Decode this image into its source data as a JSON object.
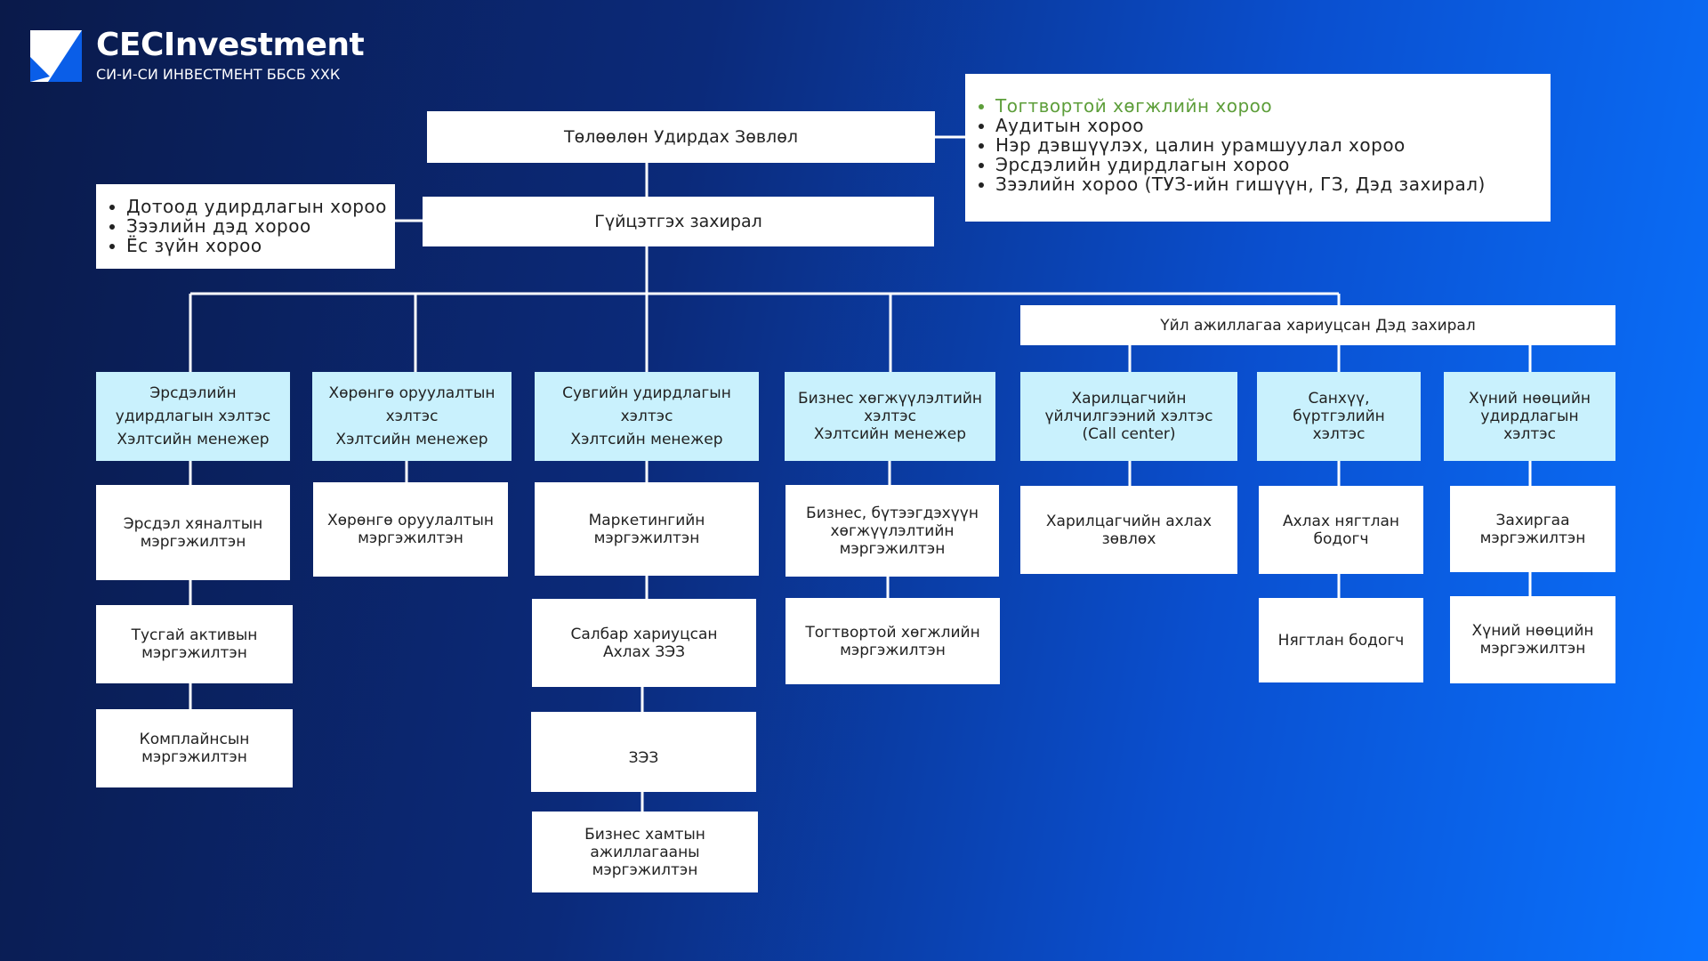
{
  "brand": {
    "title": "CECInvestment",
    "subtitle": "СИ-И-СИ ИНВЕСТМЕНТ ББСБ ХХК"
  },
  "committees_board": [
    "Тогтвортой хөгжлийн хороо",
    "Аудитын хороо",
    "Нэр дэвшүүлэх, цалин урамшуулал хороо",
    "Эрсдэлийн удирдлагын хороо",
    "Зээлийн хороо (ТУЗ-ийн гишүүн, ГЗ, Дэд захирал)"
  ],
  "committees_ceo": [
    "Дотоод удирдлагын хороо",
    "Зээлийн дэд хороо",
    "Ёс зүйн хороо"
  ],
  "colors": {
    "highlight_committee": "#5d9e3a",
    "light_box": "#c9f1fd"
  },
  "board": "Төлөөлөн Удирдах Зөвлөл",
  "ceo": "Гүйцэтгэх захирал",
  "deputy": "Үйл ажиллагаа хариуцсан Дэд захирал",
  "depts": {
    "risk": [
      "Эрсдэлийн",
      "удирдлагын хэлтэс",
      "Хэлтсийн менежер"
    ],
    "invest": [
      "Хөрөнгө оруулалтын",
      "хэлтэс",
      "Хэлтсийн менежер"
    ],
    "channel": [
      "Сувгийн удирдлагын",
      "хэлтэс",
      "Хэлтсийн менежер"
    ],
    "bizdev": [
      "Бизнес хөгжүүлэлтийн",
      "хэлтэс",
      "Хэлтсийн менежер"
    ],
    "call": [
      "Харилцагчийн",
      "үйлчилгээний хэлтэс",
      "(Call center)"
    ],
    "finance": [
      "Санхүү,",
      "бүртгэлийн",
      "хэлтэс"
    ],
    "hr": [
      "Хүний нөөцийн",
      "удирдлагын",
      "хэлтэс"
    ]
  },
  "roles": {
    "risk1": [
      "Эрсдэл хяналтын",
      "мэргэжилтэн"
    ],
    "risk2": [
      "Тусгай активын",
      "мэргэжилтэн"
    ],
    "risk3": [
      "Комплайнсын",
      "мэргэжилтэн"
    ],
    "invest1": [
      "Хөрөнгө оруулалтын",
      "мэргэжилтэн"
    ],
    "channel1": [
      "Маркетингийн",
      "мэргэжилтэн"
    ],
    "channel2": [
      "Салбар хариуцсан",
      "Ахлах ЗЭЗ"
    ],
    "channel3": [
      "ЗЭЗ"
    ],
    "channel4": [
      "Бизнес хамтын",
      "ажиллагааны",
      "мэргэжилтэн"
    ],
    "bizdev1": [
      "Бизнес, бүтээгдэхүүн",
      "хөгжүүлэлтийн",
      "мэргэжилтэн"
    ],
    "bizdev2": [
      "Тогтвортой хөгжлийн",
      "мэргэжилтэн"
    ],
    "call1": [
      "Харилцагчийн ахлах",
      "зөвлөх"
    ],
    "finance1": [
      "Ахлах нягтлан",
      "бодогч"
    ],
    "finance2": [
      "Нягтлан бодогч"
    ],
    "hr1": [
      "Захиргаа",
      "мэргэжилтэн"
    ],
    "hr2": [
      "Хүний нөөцийн",
      "мэргэжилтэн"
    ]
  }
}
